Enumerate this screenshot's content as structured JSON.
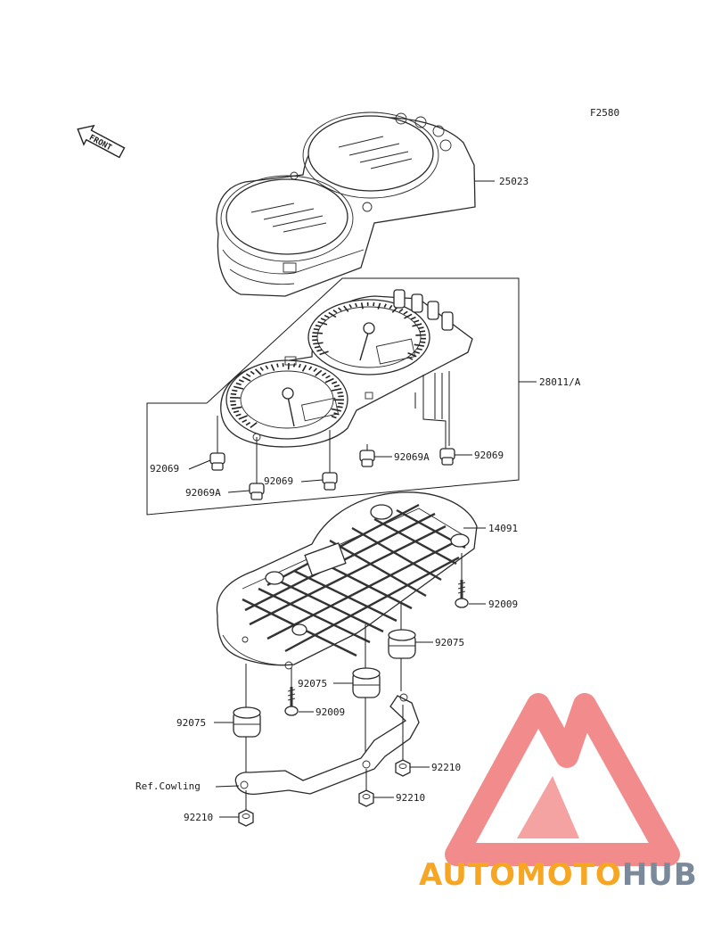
{
  "figure_code": "F2580",
  "front_arrow_label": "FRONT",
  "labels": {
    "meter_case": "25023",
    "meter_assy": "28011/A",
    "bulb_a": "92069",
    "bulb_b": "92069",
    "bulb_c": "92069",
    "socket_a": "92069A",
    "socket_b": "92069A",
    "cover": "14091",
    "screw_a": "92009",
    "screw_b": "92009",
    "damper_a": "92075",
    "damper_b": "92075",
    "damper_c": "92075",
    "nut_a": "92210",
    "nut_b": "92210",
    "nut_c": "92210",
    "ref_cowling": "Ref.Cowling"
  },
  "watermark": {
    "word_part1": "AUTOMOTO",
    "word_part2": "HUB",
    "color_logo": "#f28b8b",
    "color_part1": "#f6a623",
    "color_part2": "#7a8a9a"
  }
}
